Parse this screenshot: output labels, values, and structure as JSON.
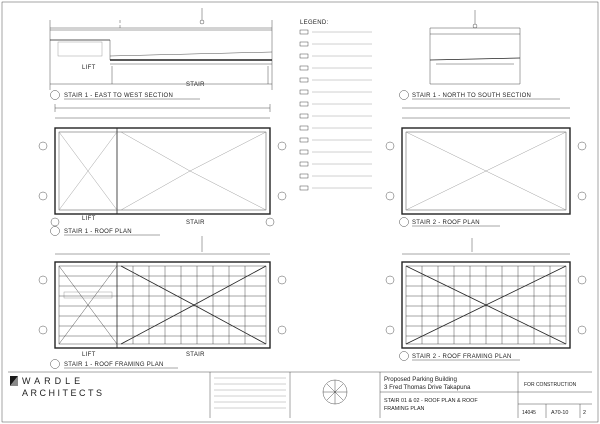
{
  "drawings": {
    "stair1_ew_section": {
      "title": "STAIR 1 - EAST TO WEST SECTION",
      "lift_label": "LIFT",
      "stair_label": "STAIR"
    },
    "stair1_ns_section": {
      "title": "STAIR 1 - NORTH TO SOUTH SECTION"
    },
    "stair1_roof_plan": {
      "title": "STAIR 1 - ROOF PLAN",
      "lift_label": "LIFT",
      "stair_label": "STAIR"
    },
    "stair2_roof_plan": {
      "title": "STAIR 2 - ROOF PLAN"
    },
    "stair1_roof_framing": {
      "title": "STAIR 1 - ROOF FRAMING PLAN",
      "lift_label": "LIFT",
      "stair_label": "STAIR"
    },
    "stair2_roof_framing": {
      "title": "STAIR 2 - ROOF FRAMING PLAN"
    }
  },
  "legend": {
    "title": "LEGEND:"
  },
  "title_block": {
    "firm_line1": "WARDLE",
    "firm_line2": "ARCHITECTS",
    "project_line1": "Proposed Parking Building",
    "project_line2": "3 Fred Thomas Drive  Takapuna",
    "drawing_title_line1": "STAIR 01 & 02 - ROOF PLAN & ROOF",
    "drawing_title_line2": "FRAMING PLAN",
    "status": "FOR CONSTRUCTION",
    "job_number": "14045",
    "drawing_number": "A70-10",
    "revision": "2"
  }
}
